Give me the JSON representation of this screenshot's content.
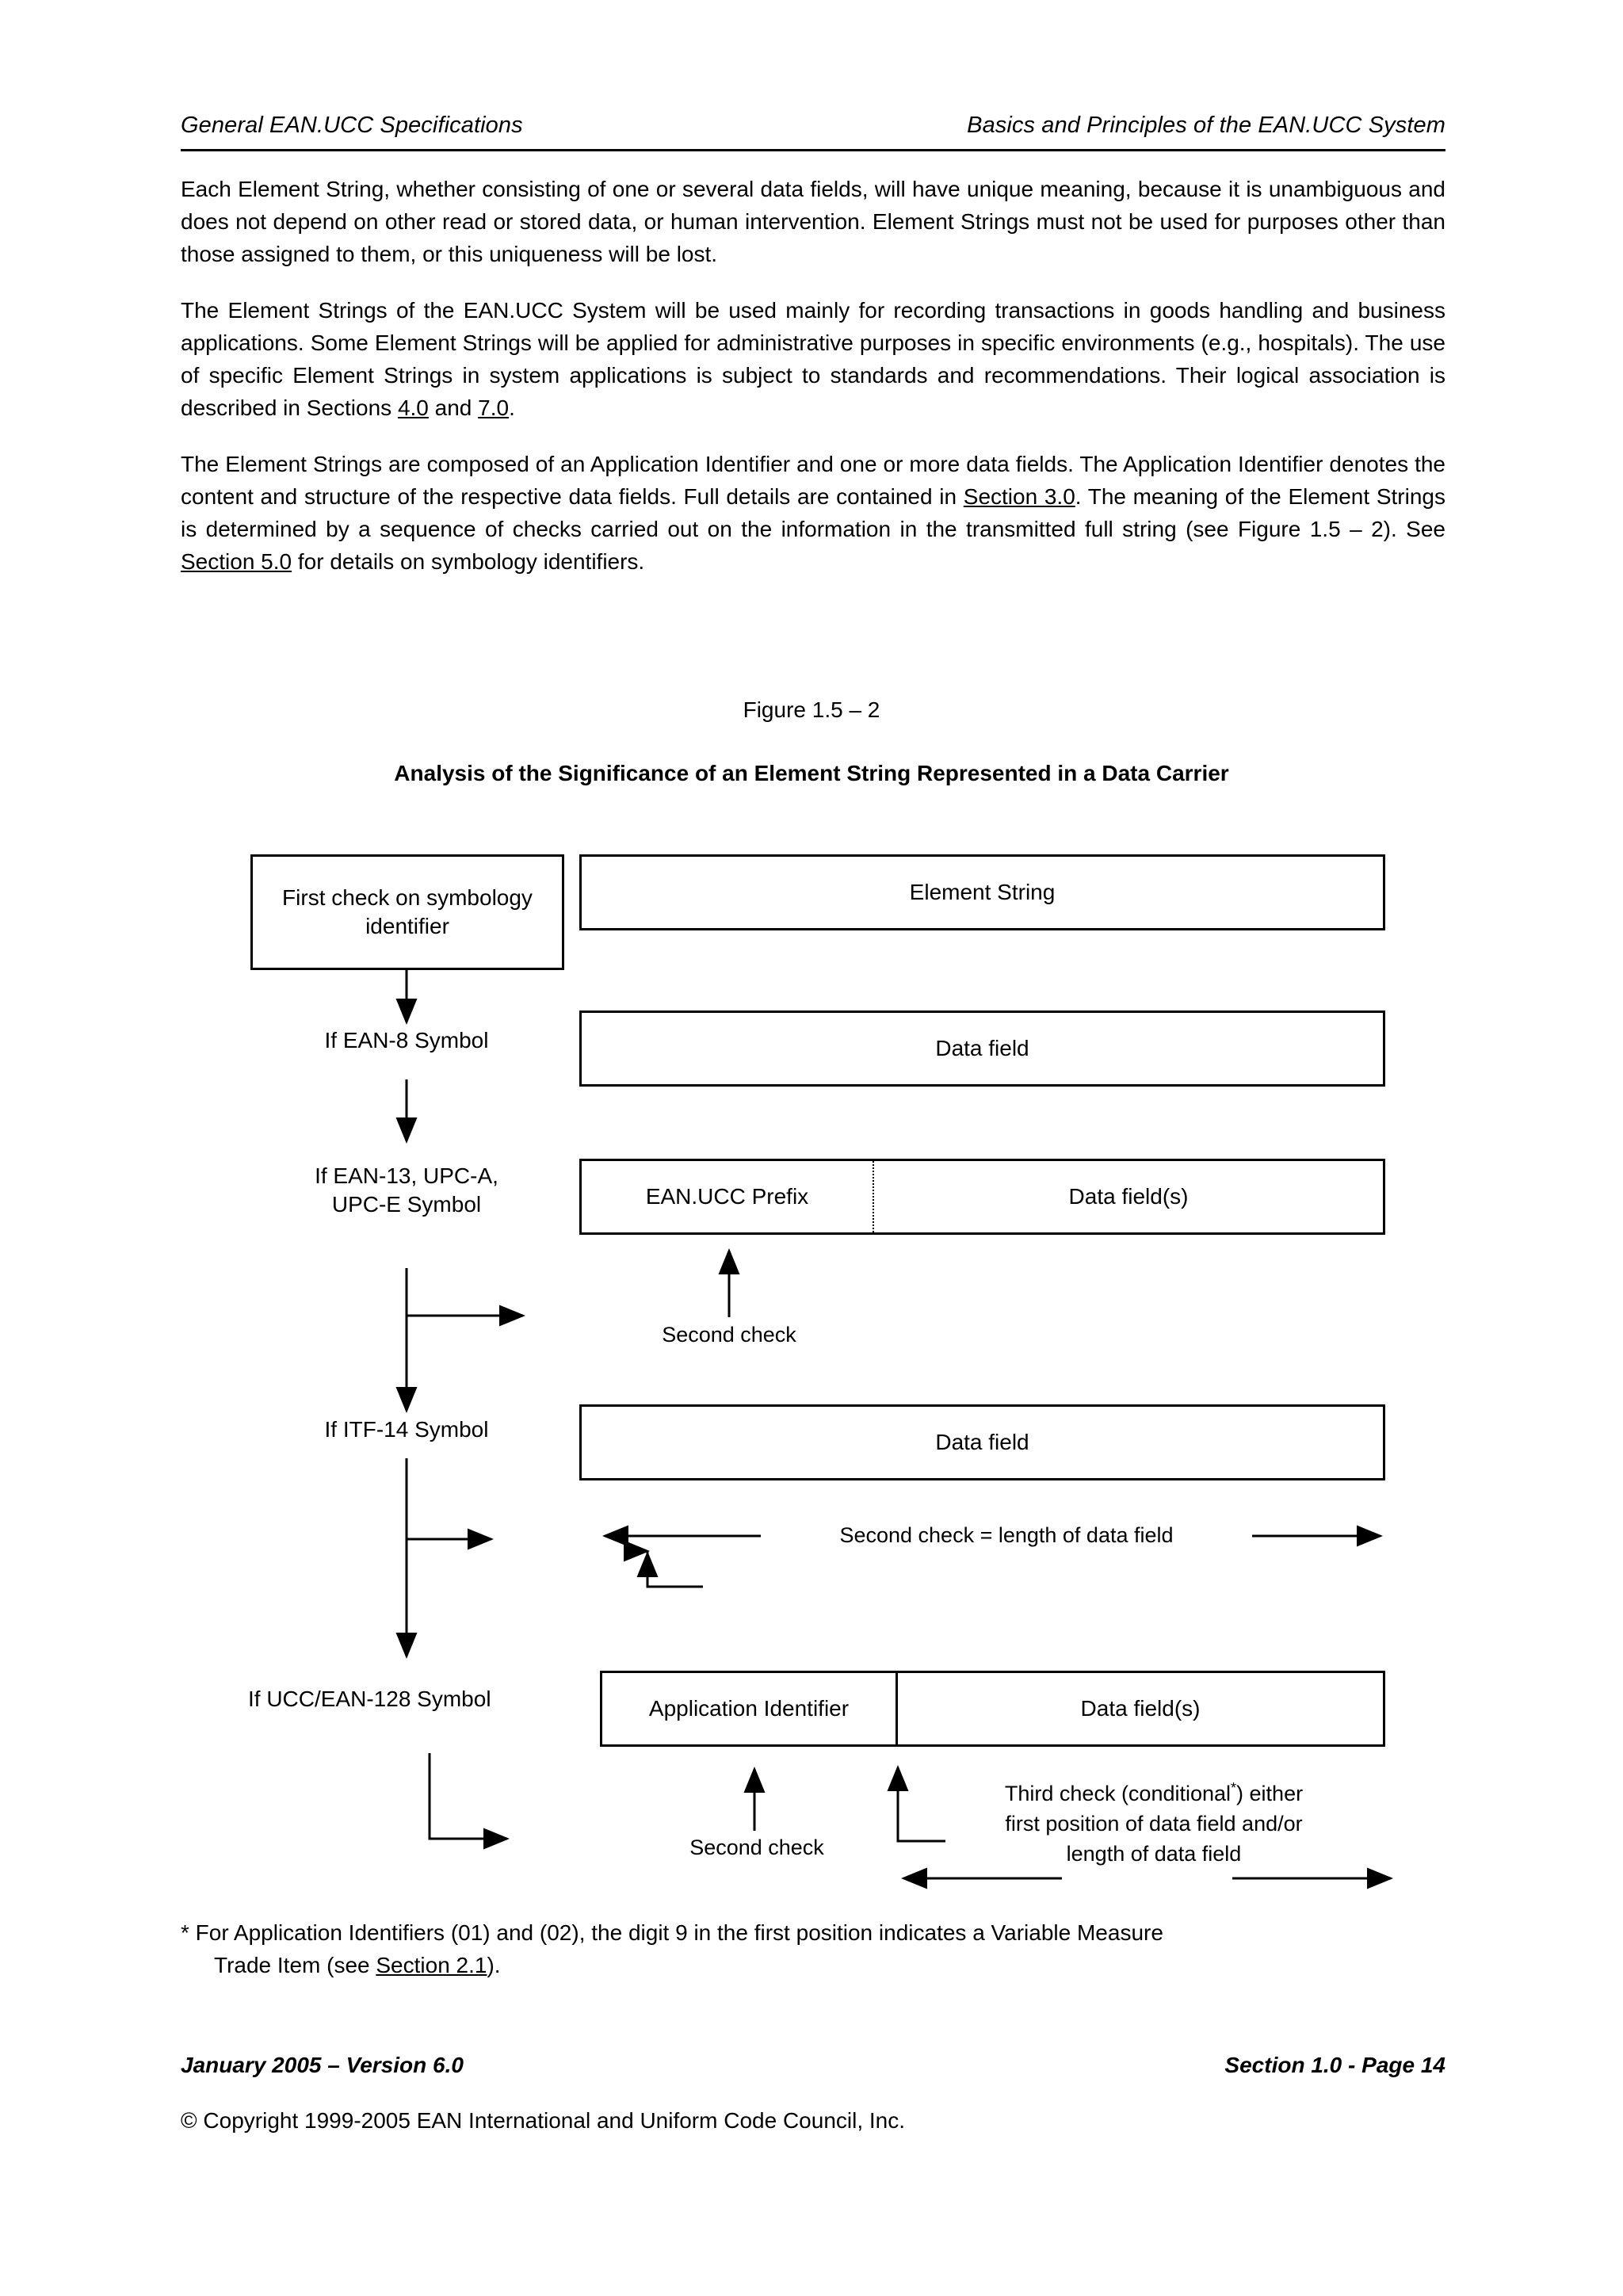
{
  "header": {
    "left": "General EAN.UCC Specifications",
    "right": "Basics and Principles of the EAN.UCC System"
  },
  "body": {
    "paragraph_1": "Each Element String, whether consisting of one or several data fields, will have unique meaning, because it is unambiguous and does not depend on other read or stored data, or human intervention. Element Strings must not be used for purposes other than those assigned to them, or this uniqueness will be lost.",
    "paragraph_2_a": "The Element Strings of the EAN.UCC System will be used mainly for recording transactions in goods handling and business applications. Some Element Strings will be applied for administrative purposes in specific environments (e.g., hospitals). The use of specific Element Strings in system applications is subject to standards and recommendations. Their logical association is described in Sections ",
    "paragraph_2_link1": "4.0",
    "paragraph_2_b": " and ",
    "paragraph_2_link2": "7.0",
    "paragraph_2_c": ".",
    "paragraph_3_a": "The Element Strings are composed of an Application Identifier and one or more data fields. The Application Identifier denotes the content and structure of the respective data fields. Full details are contained in ",
    "paragraph_3_link1": "Section 3.0",
    "paragraph_3_b": ". The meaning of the Element Strings is determined by a sequence of checks carried out on the information in the transmitted full string (see Figure 1.5 – 2). See ",
    "paragraph_3_link2": "Section 5.0",
    "paragraph_3_c": " for details on symbology identifiers."
  },
  "figure": {
    "number": "Figure 1.5 – 2",
    "title": "Analysis of the Significance of an Element String Represented in a Data Carrier",
    "boxes": {
      "first_check": "First check on\nsymbology identifier",
      "element_string": "Element String",
      "data_field_ean8": "Data field",
      "ean_ucc_prefix": "EAN.UCC Prefix",
      "data_fields_ean13": "Data field(s)",
      "data_field_itf14": "Data field",
      "application_identifier": "Application Identifier",
      "data_fields_128": "Data field(s)"
    },
    "side_labels": {
      "ean8": "If EAN-8 Symbol",
      "ean13": "If EAN-13, UPC-A,\nUPC-E Symbol",
      "itf14": "If ITF-14 Symbol",
      "ucc_ean128": "If UCC/EAN-128 Symbol"
    },
    "annotations": {
      "second_check_ean13": "Second check",
      "second_check_itf14": "Second check = length of data field",
      "second_check_128": "Second check",
      "third_check_line1_a": "Third check (conditional",
      "third_check_line1_marker": "*",
      "third_check_line1_b": ") either",
      "third_check_line2": "first position of data field and/or",
      "third_check_line3": "length of data field"
    }
  },
  "footnote": {
    "line1": "* For Application Identifiers (01) and (02), the digit 9 in the first position indicates a Variable Measure",
    "line2_a": "Trade Item (see ",
    "line2_link": "Section 2.1",
    "line2_b": ")."
  },
  "footer": {
    "left": "January 2005 – Version 6.0",
    "right": "Section 1.0 - Page 14",
    "copyright": "© Copyright 1999-2005 EAN International and Uniform Code Council, Inc."
  },
  "colors": {
    "ink": "#000000",
    "paper": "#ffffff"
  }
}
